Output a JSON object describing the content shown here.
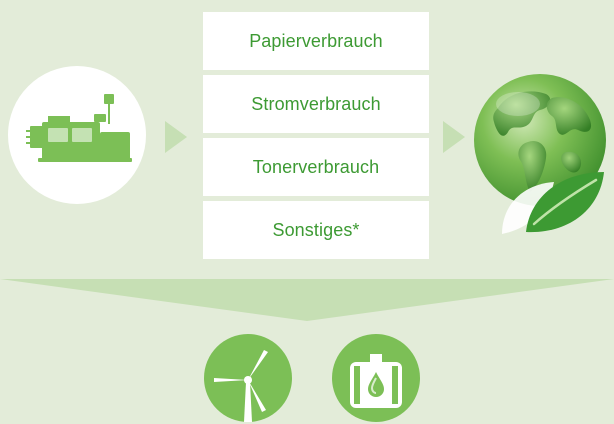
{
  "diagram": {
    "inputs": [
      {
        "label": "Papierverbrauch"
      },
      {
        "label": "Stromverbrauch"
      },
      {
        "label": "Tonerverbrauch"
      },
      {
        "label": "Sonstiges*"
      }
    ],
    "icons": {
      "source": "printer-production-system-icon",
      "result": "green-globe-with-leaf-icon",
      "outputs": [
        "wind-turbine-icon",
        "oil-tank-icon"
      ]
    },
    "colors": {
      "background": "#e3ecd9",
      "accent_green": "#3d9a33",
      "light_green": "#7cbf56",
      "arrow_green": "#c6dfb4"
    }
  }
}
